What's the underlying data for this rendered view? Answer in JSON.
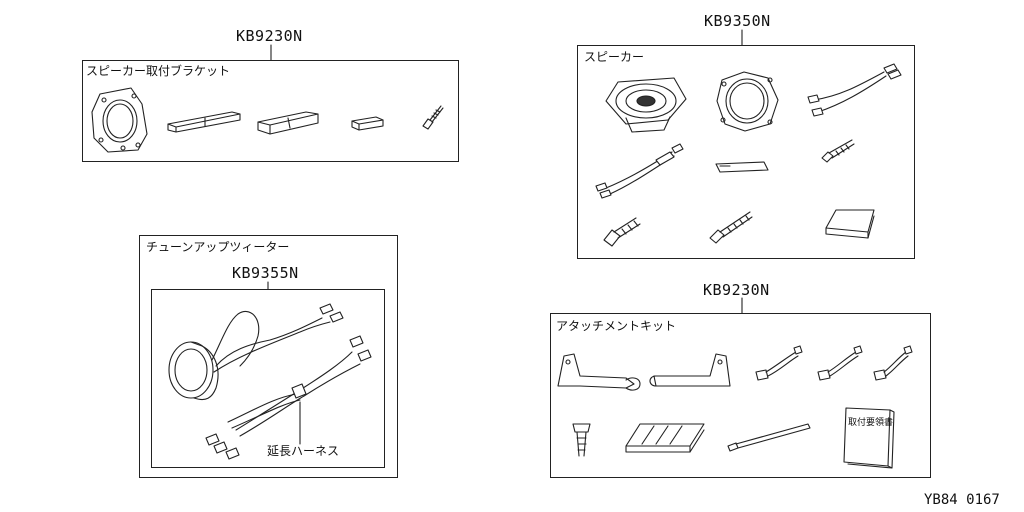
{
  "kits": [
    {
      "part_number": "KB9230N",
      "label": "スピーカー取付ブラケット"
    },
    {
      "part_number": "KB9350N",
      "label": "スピーカー"
    },
    {
      "label": "チューンアップツィーター",
      "part_number": "KB9355N",
      "harness_label": "延長ハーネス"
    },
    {
      "part_number": "KB9230N",
      "label": "アタッチメントキット",
      "instruction_sheet_label": "取付要領書"
    }
  ],
  "reference_code": "YB84 0167"
}
